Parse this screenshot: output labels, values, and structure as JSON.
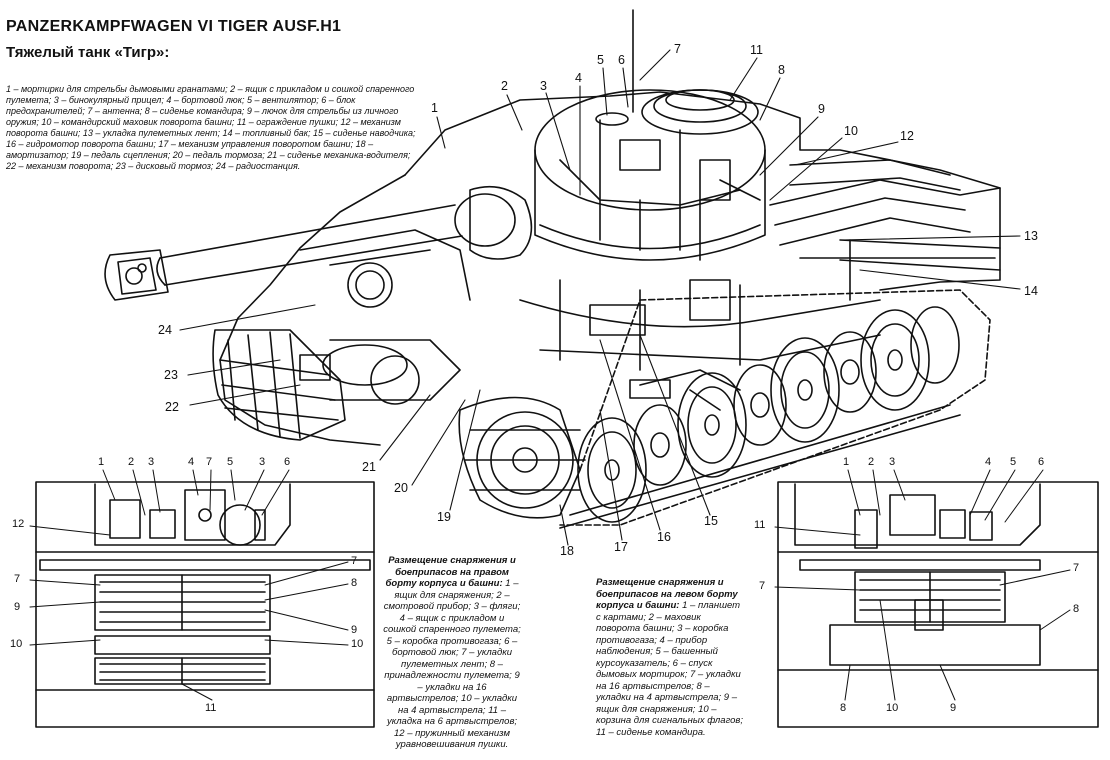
{
  "title": "PANZERKAMPFWAGEN VI TIGER AUSF.H1",
  "subtitle": "Тяжелый танк «Тигр»:",
  "legend_text": "1 – мортирки для стрельбы дымовыми гранатами; 2 – ящик с прикладом и сошкой спаренного пулемета; 3 – бинокулярный прицел; 4 – бортовой люк; 5 – вентилятор; 6 – блок предохранителей; 7 – антенна; 8 – сиденье командира; 9 – лючок для стрельбы из личного оружия; 10 – командирский маховик поворота башни; 11 – ограждение пушки; 12 – механизм поворота башни; 13 – укладка пулеметных лент; 14 – топливный бак; 15 – сиденье наводчика; 16 – гидромотор поворота башни; 17 – механизм управления поворотом башни; 18 – амортизатор; 19 – педаль сцепления; 20 – педаль тормоза; 21 – сиденье механика-водителя; 22 – механизм поворота; 23 – дисковый тормоз; 24 – радиостанция.",
  "main_callouts": [
    "1",
    "2",
    "3",
    "4",
    "5",
    "6",
    "7",
    "11",
    "8",
    "9",
    "10",
    "12",
    "13",
    "14",
    "15",
    "16",
    "17",
    "18",
    "19",
    "20",
    "21",
    "22",
    "23",
    "24"
  ],
  "left_inset_callouts": [
    "1",
    "2",
    "3",
    "4",
    "7",
    "5",
    "3",
    "6",
    "12",
    "7",
    "9",
    "10",
    "7",
    "8",
    "9",
    "10",
    "11"
  ],
  "right_inset_callouts": [
    "1",
    "2",
    "3",
    "4",
    "5",
    "6",
    "11",
    "7",
    "7",
    "8",
    "8",
    "10",
    "9"
  ],
  "caption_right_side": {
    "heading": "Размещение снаряжения и боеприпасов на правом борту корпуса и башни:",
    "body": "1 – ящик для снаряжения; 2 – смотровой прибор; 3 – фляги; 4 – ящик с прикладом и сошкой спаренного пулемета; 5 – коробка противогаза; 6 – бортовой люк; 7 – укладки пулеметных лент; 8 – принадлежности пулемета; 9 – укладки на 16 артвыстрелов; 10 – укладки на 4 артвыстрела; 11 – укладка на 6 артвыстрелов; 12 – пружинный механизм уравновешивания пушки."
  },
  "caption_left_side": {
    "heading": "Размещение снаряжения и боеприпасов на левом борту корпуса и башни:",
    "body": "1 – планшет с картами; 2 – маховик поворота башни; 3 – коробка противогаза; 4 – прибор наблюдения; 5 – башенный курсоуказатель; 6 – спуск дымовых мортирок; 7 – укладки на 16 артвыстрелов; 8 – укладки на 4 артвыстрела; 9 – ящик для снаряжения; 10 – корзина для сигнальных флагов; 11 – сиденье командира."
  }
}
